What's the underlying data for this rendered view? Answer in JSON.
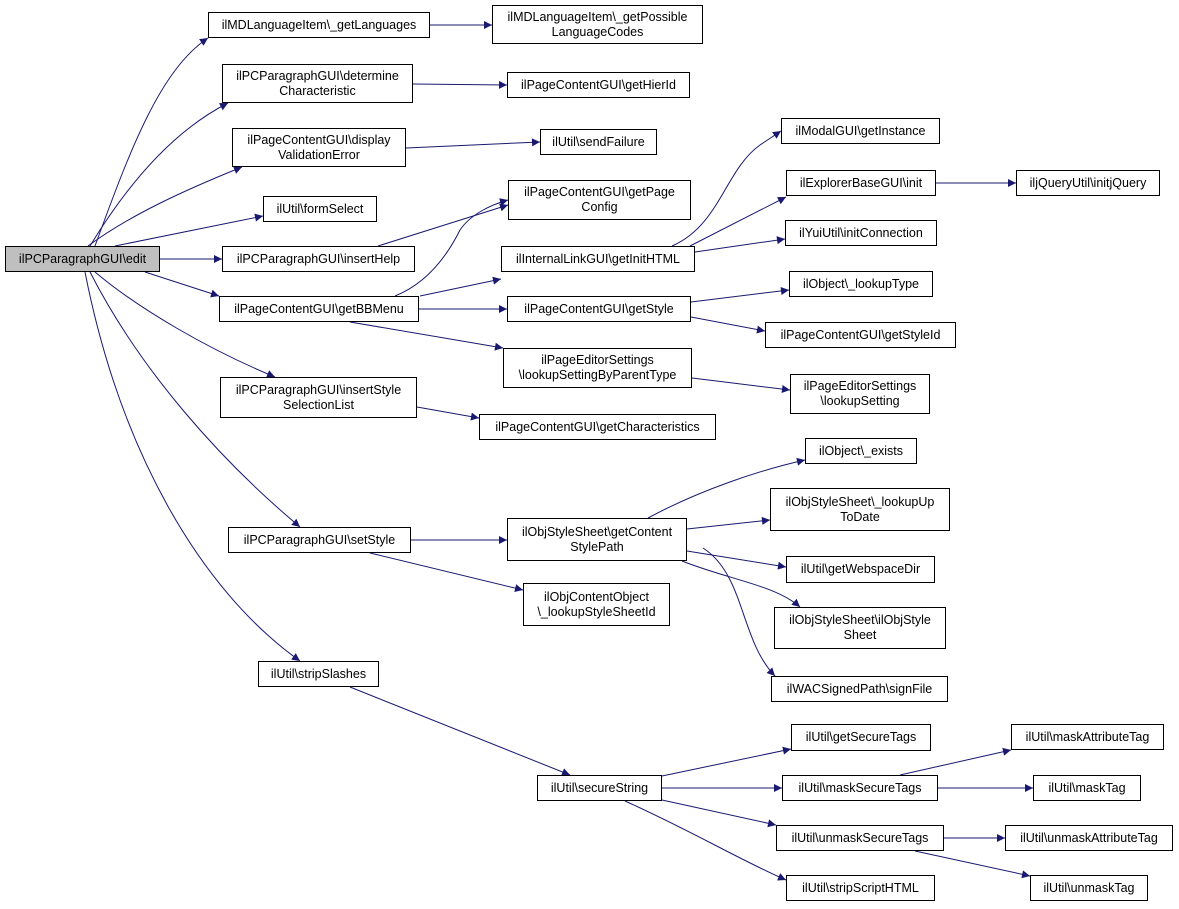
{
  "diagram": {
    "type": "call-graph",
    "colors": {
      "edge": "#191970",
      "node_border": "#000000",
      "node_fill": "#ffffff",
      "root_fill": "#bfbfbf"
    },
    "nodes": [
      {
        "id": "n0",
        "label": "ilPCParagraphGUI\\edit",
        "root": true
      },
      {
        "id": "n1",
        "label": "ilMDLanguageItem\\_getLanguages"
      },
      {
        "id": "n2",
        "label": "ilMDLanguageItem\\_getPossible\nLanguageCodes"
      },
      {
        "id": "n3",
        "label": "ilPCParagraphGUI\\determine\nCharacteristic"
      },
      {
        "id": "n4",
        "label": "ilPageContentGUI\\getHierId"
      },
      {
        "id": "n5",
        "label": "ilPageContentGUI\\display\nValidationError"
      },
      {
        "id": "n6",
        "label": "ilUtil\\sendFailure"
      },
      {
        "id": "n7",
        "label": "ilUtil\\formSelect"
      },
      {
        "id": "n8",
        "label": "ilPCParagraphGUI\\insertHelp"
      },
      {
        "id": "n9",
        "label": "ilPageContentGUI\\getPage\nConfig"
      },
      {
        "id": "n10",
        "label": "ilPageContentGUI\\getBBMenu"
      },
      {
        "id": "n11",
        "label": "ilInternalLinkGUI\\getInitHTML"
      },
      {
        "id": "n12",
        "label": "ilModalGUI\\getInstance"
      },
      {
        "id": "n13",
        "label": "ilExplorerBaseGUI\\init"
      },
      {
        "id": "n14",
        "label": "iljQueryUtil\\initjQuery"
      },
      {
        "id": "n15",
        "label": "ilYuiUtil\\initConnection"
      },
      {
        "id": "n16",
        "label": "ilPageContentGUI\\getStyle"
      },
      {
        "id": "n17",
        "label": "ilObject\\_lookupType"
      },
      {
        "id": "n18",
        "label": "ilPageContentGUI\\getStyleId"
      },
      {
        "id": "n19",
        "label": "ilPageEditorSettings\n\\lookupSettingByParentType"
      },
      {
        "id": "n20",
        "label": "ilPageEditorSettings\n\\lookupSetting"
      },
      {
        "id": "n21",
        "label": "ilPCParagraphGUI\\insertStyle\nSelectionList"
      },
      {
        "id": "n22",
        "label": "ilPageContentGUI\\getCharacteristics"
      },
      {
        "id": "n23",
        "label": "ilObject\\_exists"
      },
      {
        "id": "n24",
        "label": "ilObjStyleSheet\\_lookupUp\nToDate"
      },
      {
        "id": "n25",
        "label": "ilPCParagraphGUI\\setStyle"
      },
      {
        "id": "n26",
        "label": "ilObjStyleSheet\\getContent\nStylePath"
      },
      {
        "id": "n27",
        "label": "ilUtil\\getWebspaceDir"
      },
      {
        "id": "n28",
        "label": "ilObjContentObject\n\\_lookupStyleSheetId"
      },
      {
        "id": "n29",
        "label": "ilObjStyleSheet\\ilObjStyle\nSheet"
      },
      {
        "id": "n30",
        "label": "ilUtil\\stripSlashes"
      },
      {
        "id": "n31",
        "label": "ilWACSignedPath\\signFile"
      },
      {
        "id": "n32",
        "label": "ilUtil\\getSecureTags"
      },
      {
        "id": "n33",
        "label": "ilUtil\\maskAttributeTag"
      },
      {
        "id": "n34",
        "label": "ilUtil\\secureString"
      },
      {
        "id": "n35",
        "label": "ilUtil\\maskSecureTags"
      },
      {
        "id": "n36",
        "label": "ilUtil\\maskTag"
      },
      {
        "id": "n37",
        "label": "ilUtil\\unmaskSecureTags"
      },
      {
        "id": "n38",
        "label": "ilUtil\\unmaskAttributeTag"
      },
      {
        "id": "n39",
        "label": "ilUtil\\stripScriptHTML"
      },
      {
        "id": "n40",
        "label": "ilUtil\\unmaskTag"
      }
    ],
    "edges": [
      [
        "n0",
        "n1"
      ],
      [
        "n0",
        "n3"
      ],
      [
        "n0",
        "n5"
      ],
      [
        "n0",
        "n7"
      ],
      [
        "n0",
        "n8"
      ],
      [
        "n0",
        "n10"
      ],
      [
        "n0",
        "n21"
      ],
      [
        "n0",
        "n25"
      ],
      [
        "n0",
        "n30"
      ],
      [
        "n1",
        "n2"
      ],
      [
        "n3",
        "n4"
      ],
      [
        "n5",
        "n6"
      ],
      [
        "n8",
        "n9"
      ],
      [
        "n10",
        "n9"
      ],
      [
        "n10",
        "n11"
      ],
      [
        "n10",
        "n16"
      ],
      [
        "n10",
        "n19"
      ],
      [
        "n11",
        "n12"
      ],
      [
        "n11",
        "n13"
      ],
      [
        "n11",
        "n15"
      ],
      [
        "n13",
        "n14"
      ],
      [
        "n16",
        "n17"
      ],
      [
        "n16",
        "n18"
      ],
      [
        "n19",
        "n20"
      ],
      [
        "n21",
        "n22"
      ],
      [
        "n25",
        "n26"
      ],
      [
        "n25",
        "n28"
      ],
      [
        "n26",
        "n23"
      ],
      [
        "n26",
        "n24"
      ],
      [
        "n26",
        "n27"
      ],
      [
        "n26",
        "n29"
      ],
      [
        "n26",
        "n31"
      ],
      [
        "n30",
        "n34"
      ],
      [
        "n34",
        "n32"
      ],
      [
        "n34",
        "n35"
      ],
      [
        "n34",
        "n37"
      ],
      [
        "n34",
        "n39"
      ],
      [
        "n35",
        "n33"
      ],
      [
        "n35",
        "n36"
      ],
      [
        "n37",
        "n38"
      ],
      [
        "n37",
        "n40"
      ]
    ]
  }
}
